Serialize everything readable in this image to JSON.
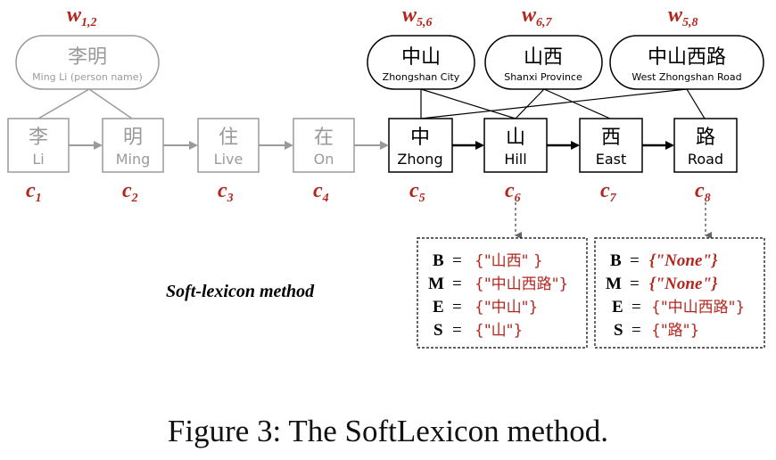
{
  "colors": {
    "grey": "#9a9a9a",
    "black": "#000000",
    "red": "#b3261e"
  },
  "chars": [
    {
      "zh": "李",
      "en": "Li",
      "label": "c",
      "sub": "1",
      "active": false
    },
    {
      "zh": "明",
      "en": "Ming",
      "label": "c",
      "sub": "2",
      "active": false
    },
    {
      "zh": "住",
      "en": "Live",
      "label": "c",
      "sub": "3",
      "active": false
    },
    {
      "zh": "在",
      "en": "On",
      "label": "c",
      "sub": "4",
      "active": false
    },
    {
      "zh": "中",
      "en": "Zhong",
      "label": "c",
      "sub": "5",
      "active": true
    },
    {
      "zh": "山",
      "en": "Hill",
      "label": "c",
      "sub": "6",
      "active": true
    },
    {
      "zh": "西",
      "en": "East",
      "label": "c",
      "sub": "7",
      "active": true
    },
    {
      "zh": "路",
      "en": "Road",
      "label": "c",
      "sub": "8",
      "active": true
    }
  ],
  "words": [
    {
      "zh": "李明",
      "en": "Ming Li (person name)",
      "label": "w",
      "sub": "1,2",
      "active": false
    },
    {
      "zh": "中山",
      "en": "Zhongshan City",
      "label": "w",
      "sub": "5,6",
      "active": true
    },
    {
      "zh": "山西",
      "en": "Shanxi Province",
      "label": "w",
      "sub": "6,7",
      "active": true
    },
    {
      "zh": "中山西路",
      "en": "West Zhongshan Road",
      "label": "w",
      "sub": "5,8",
      "active": true
    }
  ],
  "method_label": "Soft-lexicon method",
  "sets": [
    {
      "rows": [
        {
          "key": "B",
          "val": "{\"山西\" }"
        },
        {
          "key": "M",
          "val": "{\"中山西路\"}"
        },
        {
          "key": "E",
          "val": "{\"中山\"}"
        },
        {
          "key": "S",
          "val": "{\"山\"}"
        }
      ]
    },
    {
      "rows": [
        {
          "key": "B",
          "val": "{\"None\"}",
          "italic": true
        },
        {
          "key": "M",
          "val": "{\"None\"}",
          "italic": true
        },
        {
          "key": "E",
          "val": "{\"中山西路\"}"
        },
        {
          "key": "S",
          "val": "{\"路\"}"
        }
      ]
    }
  ],
  "eq": "=",
  "caption": "Figure 3: The SoftLexicon method."
}
